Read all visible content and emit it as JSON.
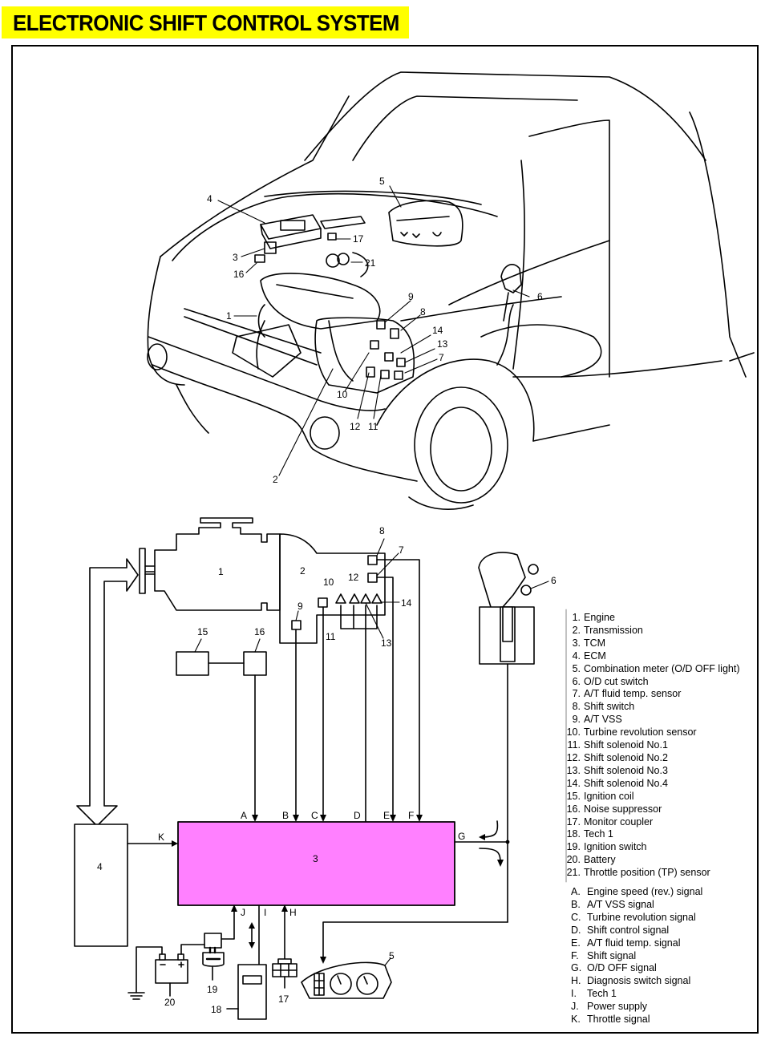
{
  "title": "ELECTRONIC SHIFT CONTROL SYSTEM",
  "colors": {
    "title_background": "#ffff00",
    "tcm_fill": "#ff80ff",
    "line": "#000000"
  },
  "car_illustration": {
    "callouts": [
      "1",
      "2",
      "3",
      "4",
      "5",
      "6",
      "7",
      "8",
      "9",
      "10",
      "11",
      "12",
      "13",
      "14",
      "16",
      "17",
      "21"
    ]
  },
  "schematic": {
    "blocks": {
      "engine": "1",
      "transmission": "2",
      "tcm": "3",
      "ecm": "4",
      "combination_meter": "5",
      "od_cut_switch": "6",
      "fluid_temp_sensor": "7",
      "shift_switch": "8",
      "vss": "9",
      "turbine_sensor": "10",
      "solenoid_1": "11",
      "solenoid_2": "12",
      "solenoid_3": "13",
      "solenoid_4": "14",
      "ignition_coil": "15",
      "noise_suppressor": "16",
      "monitor_coupler": "17",
      "tech1": "18",
      "ignition_switch": "19",
      "battery": "20"
    },
    "signals": [
      "A",
      "B",
      "C",
      "D",
      "E",
      "F",
      "G",
      "H",
      "I",
      "J",
      "K"
    ]
  },
  "legend_parts": [
    {
      "num": "1.",
      "label": "Engine"
    },
    {
      "num": "2.",
      "label": "Transmission"
    },
    {
      "num": "3.",
      "label": "TCM"
    },
    {
      "num": "4.",
      "label": "ECM"
    },
    {
      "num": "5.",
      "label": "Combination meter (O/D OFF light)"
    },
    {
      "num": "6.",
      "label": "O/D cut switch"
    },
    {
      "num": "7.",
      "label": "A/T fluid temp. sensor"
    },
    {
      "num": "8.",
      "label": "Shift switch"
    },
    {
      "num": "9.",
      "label": "A/T VSS"
    },
    {
      "num": "10.",
      "label": "Turbine revolution sensor"
    },
    {
      "num": "11.",
      "label": "Shift solenoid No.1"
    },
    {
      "num": "12.",
      "label": "Shift solenoid No.2"
    },
    {
      "num": "13.",
      "label": "Shift solenoid No.3"
    },
    {
      "num": "14.",
      "label": "Shift solenoid No.4"
    },
    {
      "num": "15.",
      "label": "Ignition coil"
    },
    {
      "num": "16.",
      "label": "Noise suppressor"
    },
    {
      "num": "17.",
      "label": "Monitor coupler"
    },
    {
      "num": "18.",
      "label": "Tech 1"
    },
    {
      "num": "19.",
      "label": "Ignition switch"
    },
    {
      "num": "20.",
      "label": "Battery"
    },
    {
      "num": "21.",
      "label": "Throttle position (TP) sensor"
    }
  ],
  "legend_signals": [
    {
      "num": "A.",
      "label": "Engine speed (rev.) signal"
    },
    {
      "num": "B.",
      "label": "A/T VSS signal"
    },
    {
      "num": "C.",
      "label": "Turbine revolution signal"
    },
    {
      "num": "D.",
      "label": "Shift control signal"
    },
    {
      "num": "E.",
      "label": "A/T fluid temp. signal"
    },
    {
      "num": "F.",
      "label": "Shift signal"
    },
    {
      "num": "G.",
      "label": "O/D OFF signal"
    },
    {
      "num": "H.",
      "label": "Diagnosis switch signal"
    },
    {
      "num": "I.",
      "label": "Tech 1"
    },
    {
      "num": "J.",
      "label": "Power supply"
    },
    {
      "num": "K.",
      "label": "Throttle signal"
    }
  ]
}
